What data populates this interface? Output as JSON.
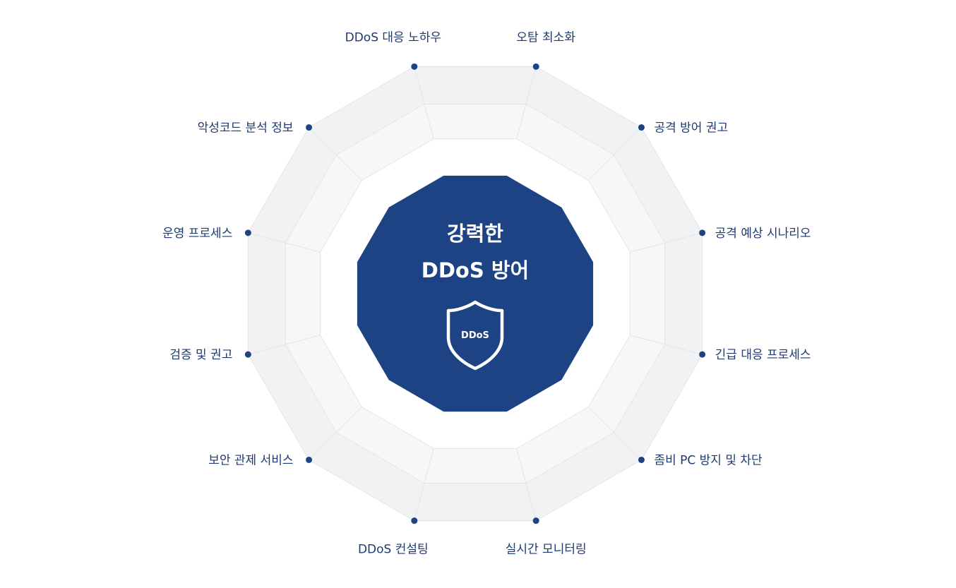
{
  "center": {
    "title_line1": "강력한",
    "title_line2": "DDoS 방어",
    "badge_text": "DDoS",
    "badge_icon": "shield-icon"
  },
  "colors": {
    "primary": "#1e4384",
    "label": "#1f3a70",
    "ring_outer": "#f1f2f4",
    "ring_middle": "#f6f7f8",
    "ring_inner": "#ffffff",
    "ring_stroke": "#e3e5e8"
  },
  "spokes": [
    {
      "id": "ddos-response-knowhow",
      "label": "DDoS 대응 노하우"
    },
    {
      "id": "minimize-false-detection",
      "label": "오탐 최소화"
    },
    {
      "id": "attack-defense-advice",
      "label": "공격 방어 권고"
    },
    {
      "id": "attack-scenario",
      "label": "공격 예상 시나리오"
    },
    {
      "id": "emergency-response-process",
      "label": "긴급 대응 프로세스"
    },
    {
      "id": "zombie-pc-prevention",
      "label": "좀비 PC 방지 및 차단"
    },
    {
      "id": "realtime-monitoring",
      "label": "실시간 모니터링"
    },
    {
      "id": "ddos-consulting",
      "label": "DDoS 컨설팅"
    },
    {
      "id": "security-monitoring-service",
      "label": "보안 관제 서비스"
    },
    {
      "id": "verification-advice",
      "label": "검증 및 권고"
    },
    {
      "id": "operation-process",
      "label": "운영 프로세스"
    },
    {
      "id": "malware-analysis-info",
      "label": "악성코드 분석 정보"
    }
  ]
}
